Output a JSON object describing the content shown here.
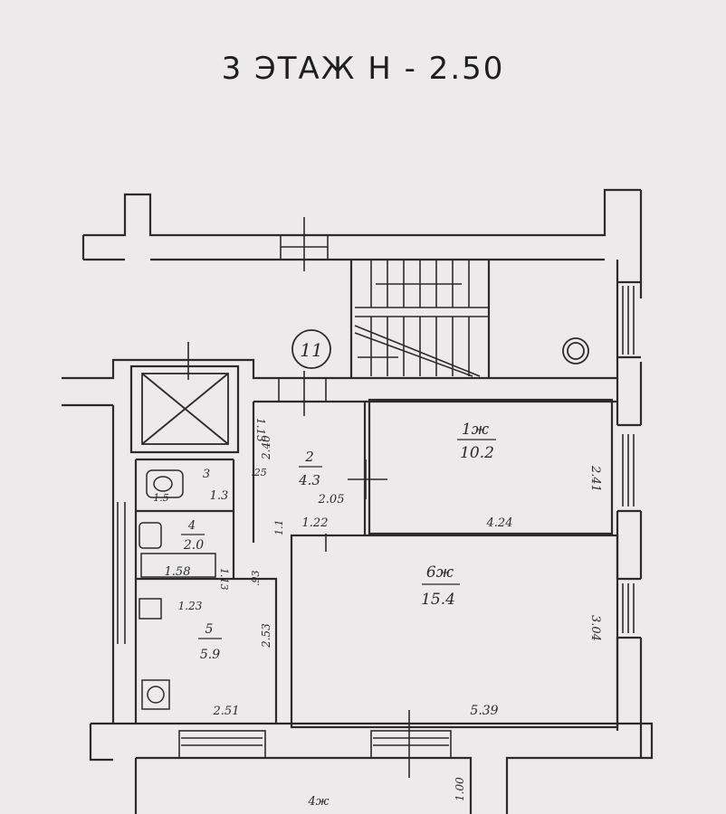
{
  "title": "3 ЭТАЖ Н - 2.50",
  "stair_number": "11",
  "rooms": [
    {
      "id": "1",
      "label": "1ж",
      "area": "10.2"
    },
    {
      "id": "2",
      "label": "2",
      "area": "4.3"
    },
    {
      "id": "3",
      "label": "3",
      "area": "1.3"
    },
    {
      "id": "4",
      "label": "4",
      "area": "2.0"
    },
    {
      "id": "5",
      "label": "5",
      "area": "5.9"
    },
    {
      "id": "6",
      "label": "6ж",
      "area": "15.4"
    },
    {
      "id": "lower",
      "label": "4ж",
      "area": ""
    }
  ],
  "dimensions": {
    "room1_width": "4.24",
    "room1_height": "2.41",
    "room6_width": "5.39",
    "room6_height": "3.04",
    "hall_width": "2.05",
    "hall_height": "2.40",
    "hall_top": "1.13",
    "passage_width": "1.22",
    "kitchen_width": "2.51",
    "kitchen_height": "2.53",
    "bath_width": "1.58",
    "bath_side": "1.23",
    "small_1": ".25",
    "small_2": "1.5",
    "small_3": "1.1",
    "small_4": ".93",
    "small_5": "1.13",
    "small_6": "1.00"
  }
}
